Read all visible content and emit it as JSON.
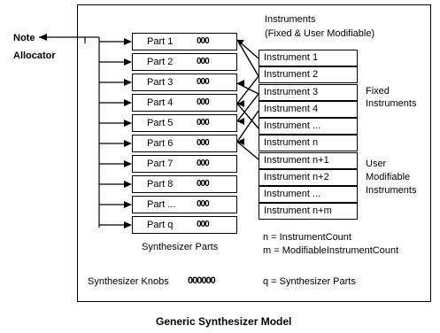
{
  "left_labels": {
    "line1": "Note",
    "line2": "Allocator"
  },
  "instruments_header": {
    "line1": "Instruments",
    "line2": "(Fixed & User Modifiable)"
  },
  "parts": [
    {
      "label": "Part 1",
      "knobs": "000"
    },
    {
      "label": "Part 2",
      "knobs": "000"
    },
    {
      "label": "Part 3",
      "knobs": "000"
    },
    {
      "label": "Part 4",
      "knobs": "000"
    },
    {
      "label": "Part 5",
      "knobs": "000"
    },
    {
      "label": "Part 6",
      "knobs": "000"
    },
    {
      "label": "Part 7",
      "knobs": "000"
    },
    {
      "label": "Part 8",
      "knobs": "000"
    },
    {
      "label": "Part ...",
      "knobs": "000"
    },
    {
      "label": "Part q",
      "knobs": "000"
    }
  ],
  "fixed_instruments": [
    "Instrument 1",
    "Instrument 2",
    "Instrument 3",
    "Instrument 4",
    "Instrument ...",
    "Instrument n"
  ],
  "user_instruments": [
    "Instrument n+1",
    "Instrument n+2",
    "Instrument ...",
    "Instrument n+m"
  ],
  "group_labels": {
    "fixed": {
      "line1": "Fixed",
      "line2": "Instruments"
    },
    "user": {
      "line1": "User",
      "line2": "Modifiable",
      "line3": "Instruments"
    }
  },
  "synth_parts_label": "Synthesizer Parts",
  "legend": {
    "n": "n = InstrumentCount",
    "m": "m = ModifiableInstrumentCount",
    "q": "q = Synthesizer Parts"
  },
  "knobs_label": "Synthesizer Knobs",
  "knobs_glyphs": "000000",
  "caption": "Generic Synthesizer Model"
}
